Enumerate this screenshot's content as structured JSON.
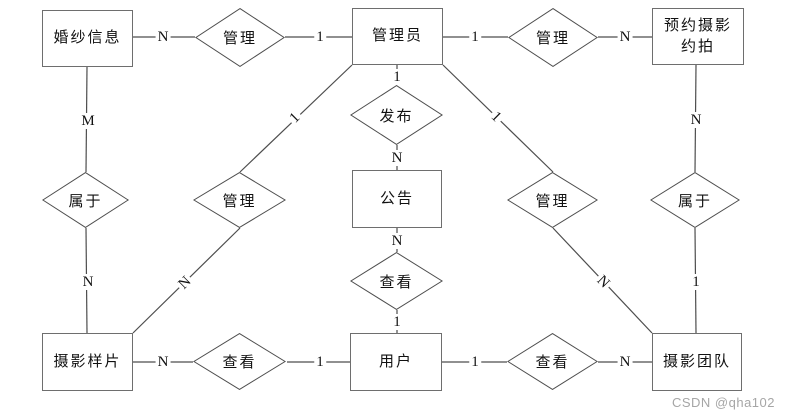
{
  "watermark": "CSDN @qha102",
  "entities": {
    "wedding_info": "婚纱信息",
    "admin": "管理员",
    "booking": "预约摄影约拍",
    "notice": "公告",
    "samples": "摄影样片",
    "user": "用户",
    "team": "摄影团队"
  },
  "relationships": {
    "manage_top_left": "管理",
    "manage_top_right": "管理",
    "publish": "发布",
    "belong_left": "属于",
    "manage_mid_left": "管理",
    "manage_mid_right": "管理",
    "belong_right": "属于",
    "view_center": "查看",
    "view_bottom_left": "查看",
    "view_bottom_right": "查看"
  },
  "cardinalities": {
    "wedding_manage": "N",
    "manage_admin": "1",
    "admin_manage_tr": "1",
    "manage_tr_booking": "N",
    "wedding_belong": "M",
    "belong_samples": "N",
    "admin_publish": "1",
    "publish_notice": "N",
    "notice_view": "N",
    "view_user": "1",
    "admin_manage_ml": "1",
    "manage_ml_samples": "N",
    "admin_manage_mr": "1",
    "manage_mr_team": "N",
    "booking_belong": "N",
    "belong_team": "1",
    "samples_view": "N",
    "view_bl_user": "1",
    "user_view_br": "1",
    "view_br_team": "N"
  }
}
